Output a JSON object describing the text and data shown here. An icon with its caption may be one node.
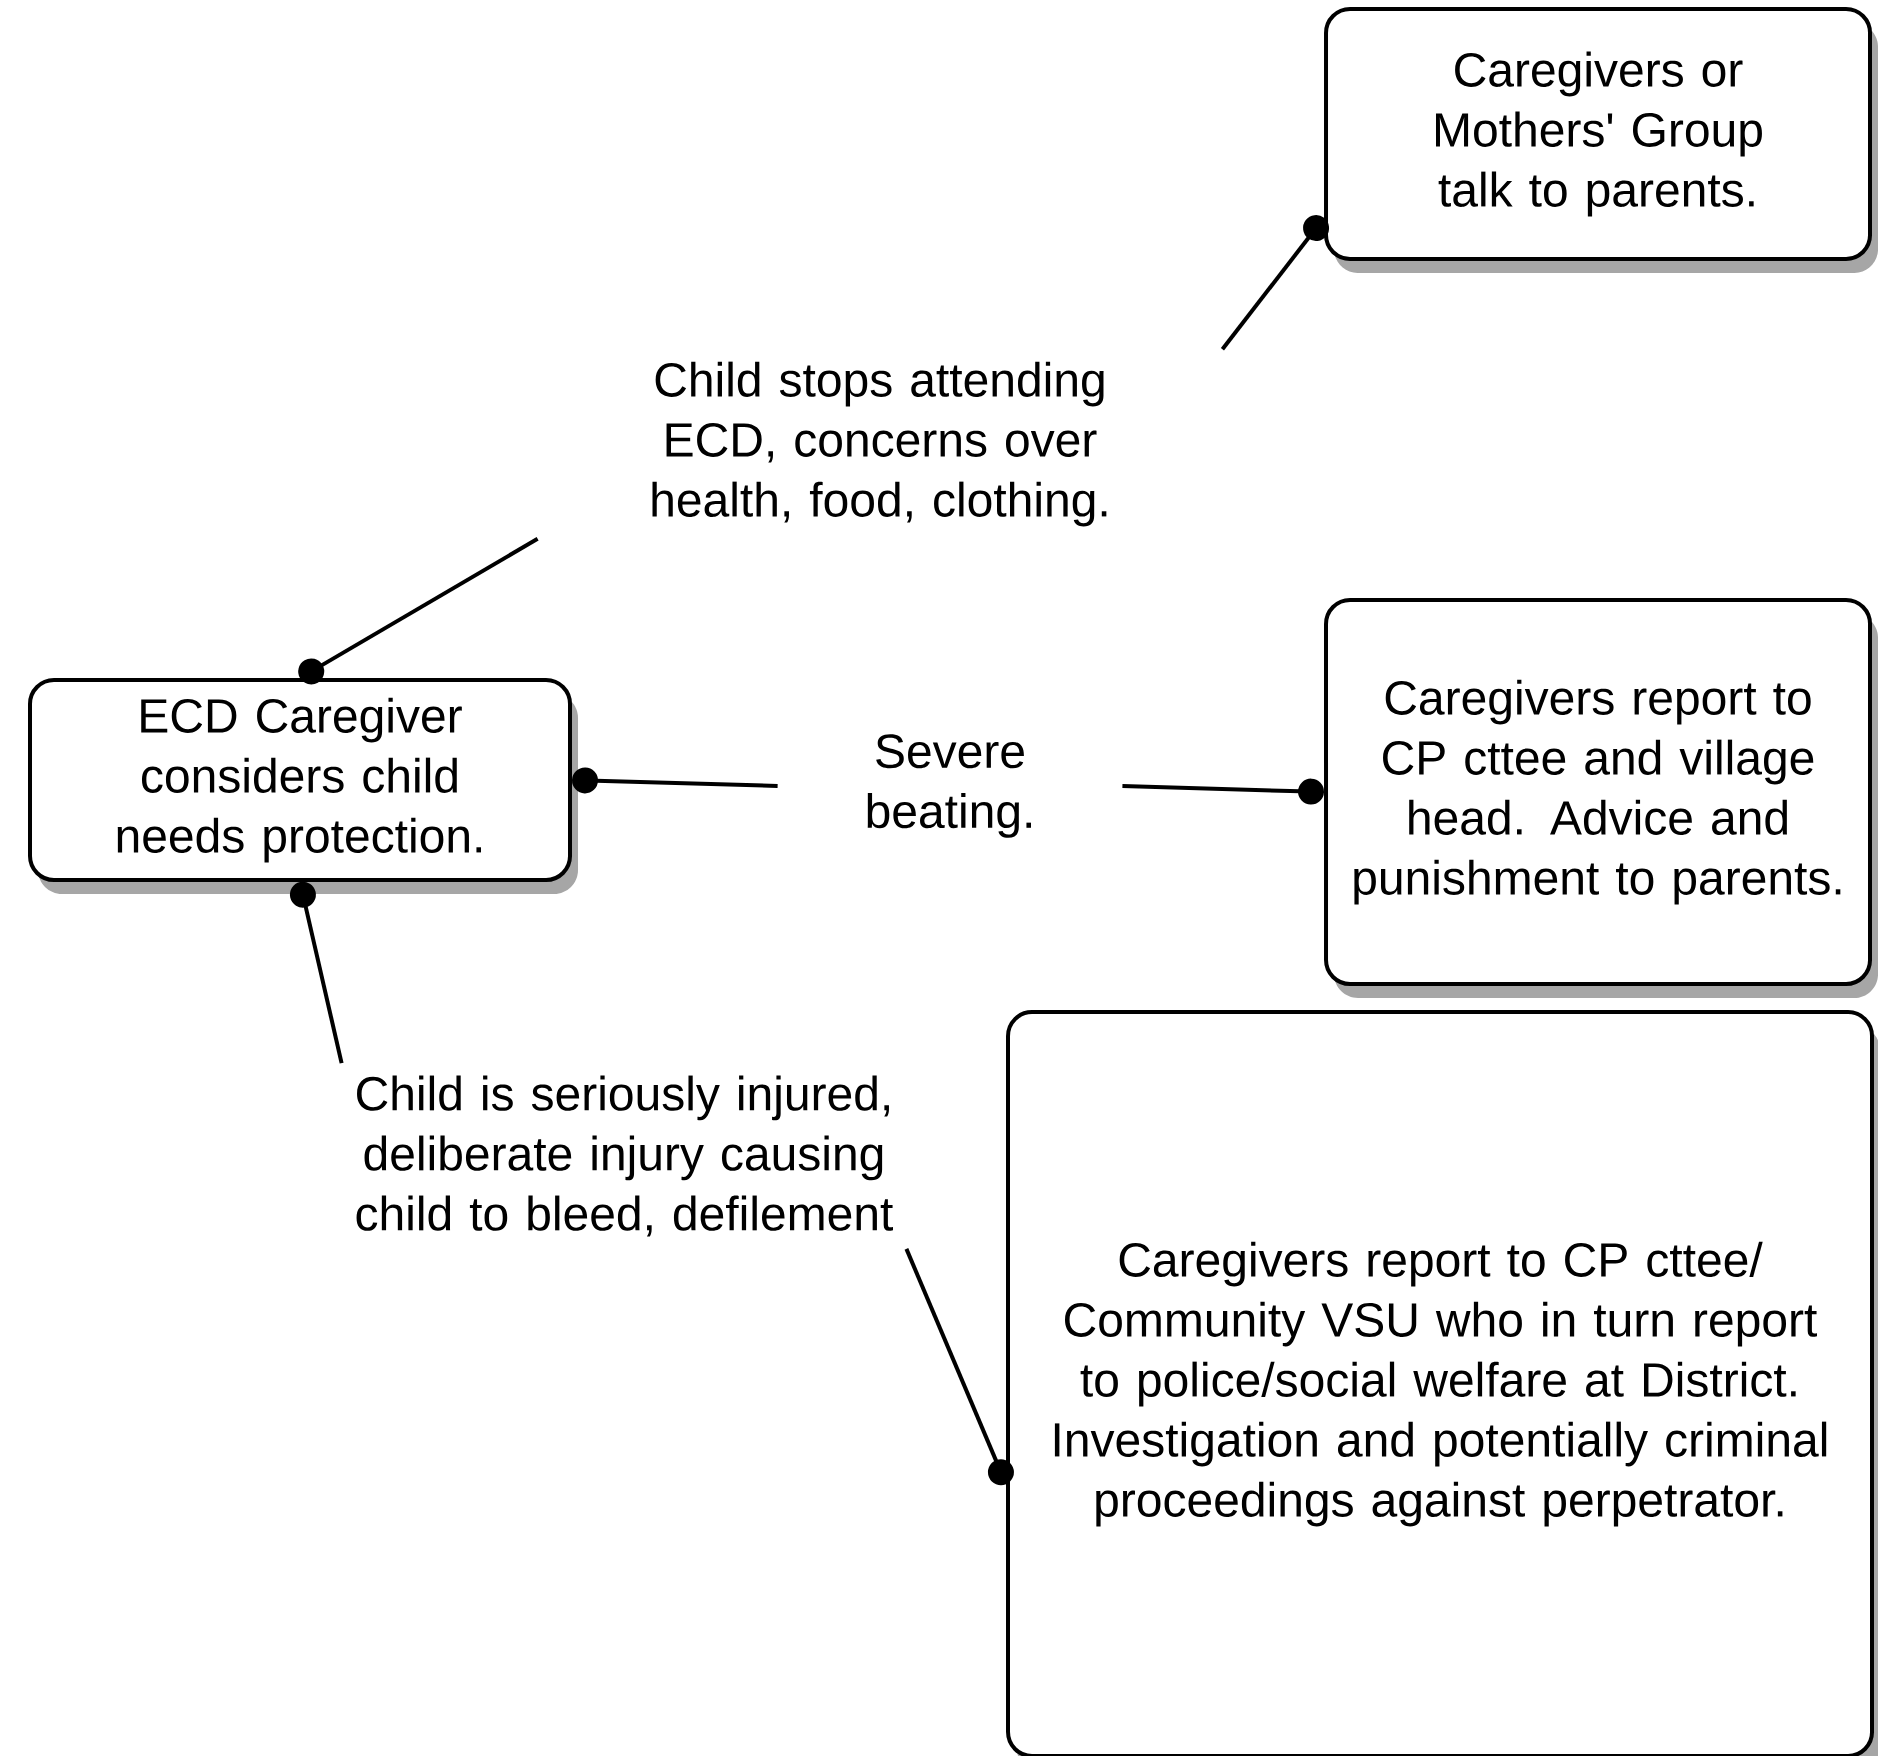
{
  "diagram": {
    "nodes": [
      {
        "text": [
          "Caregivers or Mothers' Group talk to parents."
        ]
      },
      {
        "text": [
          "Child stops attending ECD, concerns over health, food, clothing."
        ]
      },
      {
        "text": [
          "ECD Caregiver considers child needs protection."
        ]
      },
      {
        "text": [
          "Severe beating."
        ]
      },
      {
        "text": [
          "Caregivers report to CP cttee and village head. Advice and punishment to parents."
        ]
      },
      {
        "text": [
          "Child is seriously injured, deliberate injury causing child to bleed, defilement"
        ]
      },
      {
        "text": [
          "Caregivers report to CP cttee/ Community VSU who in turn report to police/social welfare at District. Investigation and potentially criminal proceedings against perpetrator."
        ]
      }
    ],
    "edges": [
      {
        "from": 1,
        "to": 0,
        "arrow": "other"
      },
      {
        "from": 1,
        "to": 2,
        "arrow": "other"
      },
      {
        "from": 3,
        "to": 2,
        "arrow": "other"
      },
      {
        "from": 3,
        "to": 4,
        "arrow": "other"
      },
      {
        "from": 5,
        "to": 2,
        "arrow": "other"
      },
      {
        "from": 5,
        "to": 6,
        "arrow": "other"
      }
    ]
  }
}
